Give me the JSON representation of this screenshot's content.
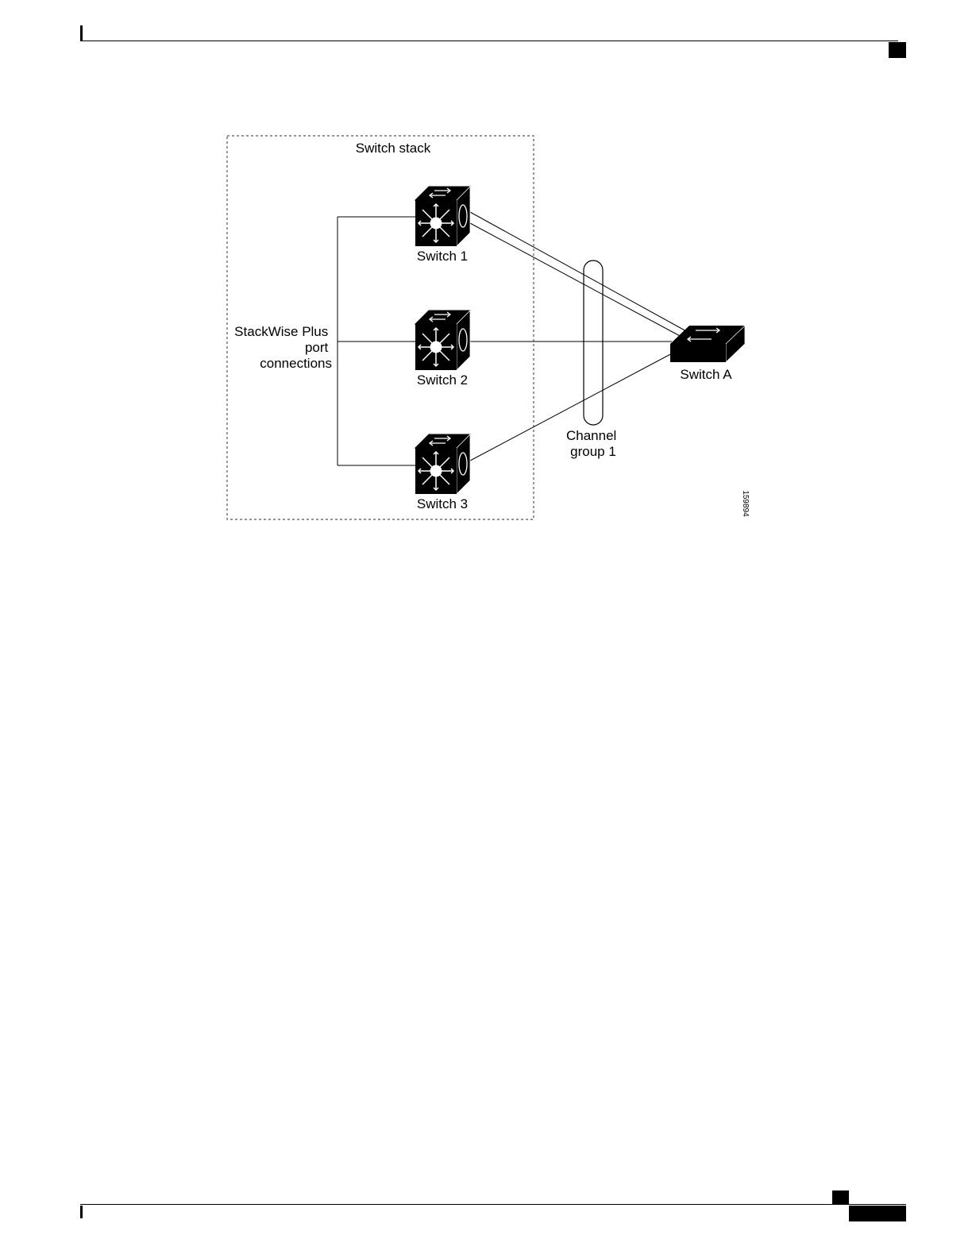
{
  "diagram": {
    "stack_label": "Switch stack",
    "stackwise_label_lines": [
      "StackWise Plus",
      "port",
      "connections"
    ],
    "switches": [
      {
        "label": "Switch 1"
      },
      {
        "label": "Switch 2"
      },
      {
        "label": "Switch 3"
      }
    ],
    "switch_a_label": "Switch A",
    "channel_label_lines": [
      "Channel",
      "group 1"
    ],
    "figure_number": "159894"
  }
}
